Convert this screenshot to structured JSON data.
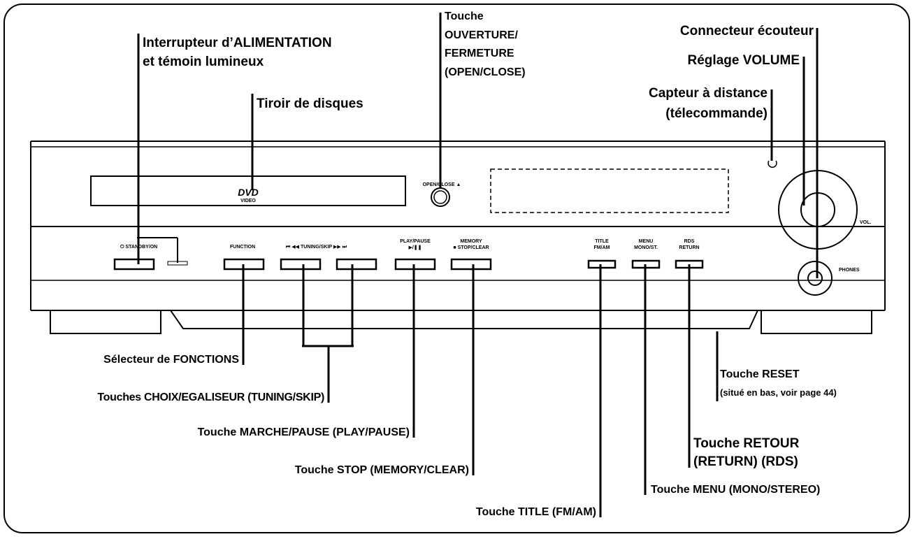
{
  "labels": {
    "power": [
      "Interrupteur d’ALIMENTATION",
      "et témoin lumineux"
    ],
    "disc_tray": "Tiroir de disques",
    "open_close": [
      "Touche",
      "OUVERTURE/",
      "FERMETURE",
      "(OPEN/CLOSE)"
    ],
    "headphone": "Connecteur écouteur",
    "volume": "Réglage VOLUME",
    "remote_sensor": [
      "Capteur à distance",
      "(télecommande)"
    ],
    "function_selector": "Sélecteur de FONCTIONS",
    "tuning_skip": "Touches CHOIX/EGALISEUR (TUNING/SKIP)",
    "play_pause": "Touche MARCHE/PAUSE (PLAY/PAUSE)",
    "stop": "Touche STOP (MEMORY/CLEAR)",
    "title": "Touche TITLE (FM/AM)",
    "reset": [
      "Touche RESET",
      "(situé en bas, voir page 44)"
    ],
    "return": [
      "Touche RETOUR",
      "(RETURN) (RDS)"
    ],
    "menu": "Touche MENU (MONO/STEREO)"
  },
  "panel": {
    "standby": "⏻ STANDBY/ON",
    "function": "FUNCTION",
    "tuning_skip": "⏮ ◀◀   TUNING/SKIP   ▶▶ ⏭",
    "play_pause": [
      "PLAY/PAUSE",
      "▶/❚❚"
    ],
    "memory_stop": [
      "MEMORY",
      "■ STOP/CLEAR"
    ],
    "title_fm_am": [
      "TITLE",
      "FM/AM"
    ],
    "menu_mono": [
      "MENU",
      "MONO/ST."
    ],
    "rds_return": [
      "RDS",
      "RETURN"
    ],
    "open_close": "OPEN/CLOSE ▲",
    "vol": "VOL.",
    "phones": "PHONES",
    "dvd_logo": "DVD",
    "dvd_video": "VIDEO"
  }
}
